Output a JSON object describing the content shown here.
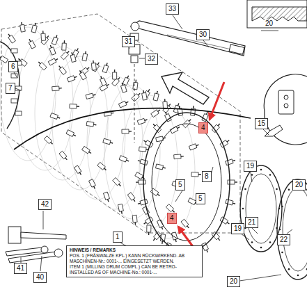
{
  "diagram": {
    "nodes": [
      {
        "text": [
          "33"
        ]
      },
      {
        "text": [
          "30"
        ]
      },
      {
        "text": [
          "31"
        ]
      },
      {
        "text": [
          "32"
        ]
      },
      {
        "text": [
          "6"
        ]
      },
      {
        "text": [
          "7"
        ]
      },
      {
        "text": [
          "4"
        ]
      },
      {
        "text": [
          "15"
        ]
      },
      {
        "text": [
          "8"
        ]
      },
      {
        "text": [
          "5"
        ]
      },
      {
        "text": [
          "19"
        ]
      },
      {
        "text": [
          "20"
        ]
      },
      {
        "text": [
          "5"
        ]
      },
      {
        "text": [
          "4"
        ]
      },
      {
        "text": [
          "21"
        ]
      },
      {
        "text": [
          "19"
        ]
      },
      {
        "text": [
          "22"
        ]
      },
      {
        "text": [
          "42"
        ]
      },
      {
        "text": [
          "1"
        ]
      },
      {
        "text": [
          "41"
        ]
      },
      {
        "text": [
          "40"
        ]
      },
      {
        "text": [
          "20"
        ]
      },
      {
        "text": [
          "HINWEIS / REMARKS",
          "POS. 1 (FRÄSWALZE KPL.) KANN RÜCKWIRKEND. AB MASCHINEN-Nr.: 0001-... EINGESETZT WERDEN.",
          "ITEM 1 (MILLING DRUM COMPL.) CAN BE RETRO-INSTALLED AS OF MACHINE-No.: 0001-..."
        ]
      }
    ],
    "labels": [
      "20"
    ]
  }
}
